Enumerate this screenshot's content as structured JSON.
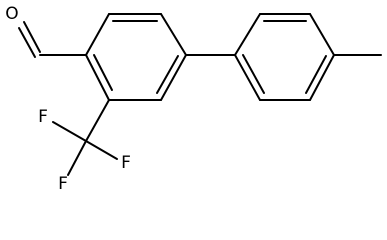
{
  "molecule": {
    "atom_labels": {
      "oxygen": "O",
      "fluorine_1": "F",
      "fluorine_2": "F",
      "fluorine_3": "F"
    },
    "line_color": "#000000",
    "background_color": "#ffffff"
  }
}
